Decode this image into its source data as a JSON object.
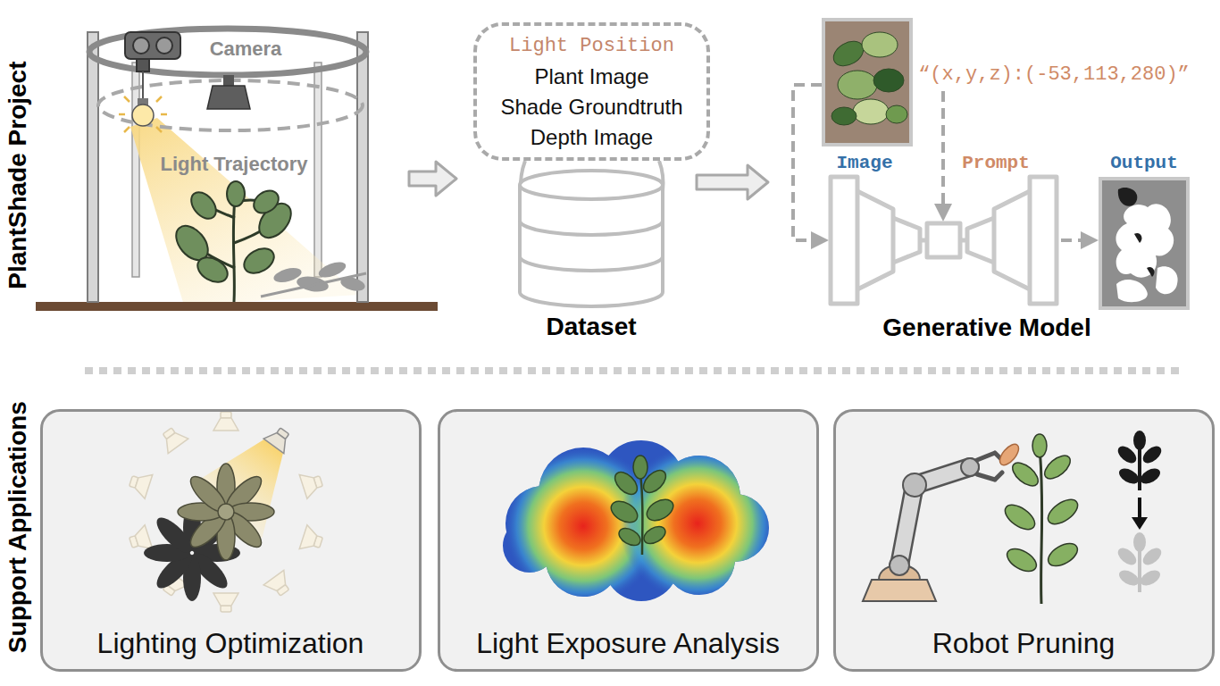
{
  "diagram": {
    "nodes": [
      {
        "text": [
          "Light Position",
          "Plant Image",
          "Shade Groundtruth",
          "Depth Image"
        ]
      },
      {
        "text": [
          "Dataset"
        ]
      },
      {
        "text": [
          "Generative Model"
        ]
      },
      {
        "text": [
          "Lighting Optimization"
        ]
      },
      {
        "text": [
          "Light Exposure Analysis"
        ]
      },
      {
        "text": [
          "Robot Pruning"
        ]
      }
    ],
    "edges": [
      {
        "from": 1,
        "to": 2,
        "arrow": "to"
      }
    ],
    "labels": [
      "PlantShade Project",
      "Camera",
      "Light Trajectory",
      "“(x,y,z):(-53,113,280)”",
      "Image",
      "Prompt",
      "Output",
      "Support Applications"
    ]
  }
}
